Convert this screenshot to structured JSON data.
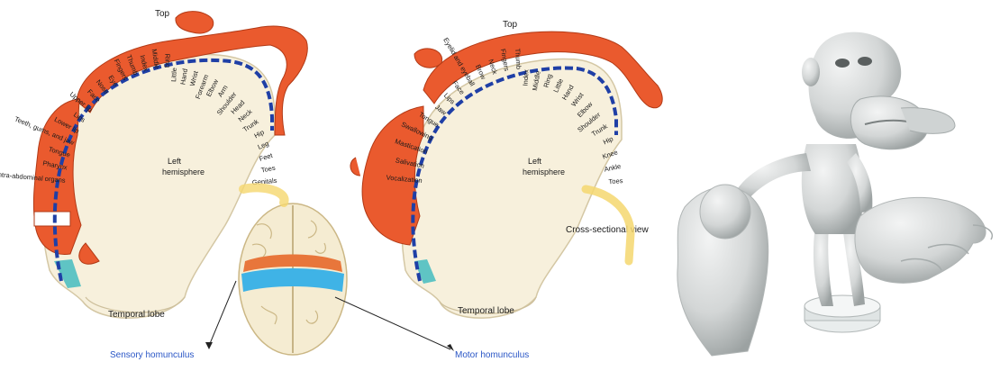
{
  "sensory_panel": {
    "top_label": "Top",
    "hemisphere_label": [
      "Left",
      "hemisphere"
    ],
    "temporal_label": "Temporal lobe",
    "labels": [
      "Genitals",
      "Toes",
      "Feet",
      "Leg",
      "Hip",
      "Trunk",
      "Neck",
      "Head",
      "Shoulder",
      "Arm",
      "Elbow",
      "Forearm",
      "Wrist",
      "Hand",
      "Little",
      "Ring",
      "Middle",
      "Index",
      "Thumb",
      "Fingers",
      "Eye",
      "Nose",
      "Face",
      "Upper lip",
      "Lips",
      "Lower lip",
      "Teeth, gums, and jaw",
      "Tongue",
      "Pharynx",
      "Intra-abdominal organs"
    ],
    "caption": "Sensory homunculus"
  },
  "motor_panel": {
    "top_label": "Top",
    "hemisphere_label": [
      "Left",
      "hemisphere"
    ],
    "temporal_label": "Temporal lobe",
    "labels": [
      "Toes",
      "Ankle",
      "Knee",
      "Hip",
      "Trunk",
      "Shoulder",
      "Elbow",
      "Wrist",
      "Hand",
      "Little",
      "Ring",
      "Middle",
      "Index",
      "Thumb",
      "Fingers",
      "Neck",
      "Brow",
      "Eyelid and eyeball",
      "Face",
      "Lips",
      "Jaw",
      "Tongue",
      "Swallowing",
      "Mastication",
      "Salivation",
      "Vocalization"
    ],
    "caption": "Motor homunculus",
    "cross_section_label": "Cross-sectional view"
  },
  "colors": {
    "homunculus": "#ea5a2e",
    "cortex_line": "#1f3fa6",
    "brain": "#f5ecd2",
    "caption": "#2a56c6",
    "sensory_band": "#3fb3e6",
    "motor_band": "#e8763b"
  },
  "icons": [
    "sensory-homunculus-figure",
    "motor-homunculus-figure",
    "brain-top-view",
    "clay-homunculus-sculpture"
  ]
}
